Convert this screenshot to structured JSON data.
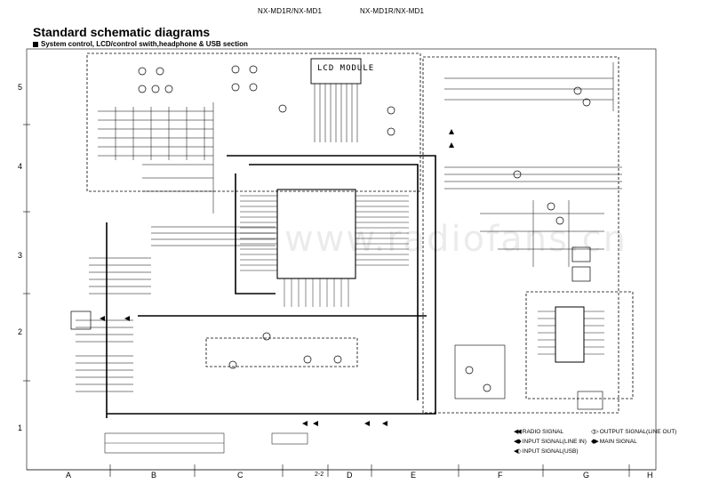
{
  "header": {
    "model_left": "NX-MD1R/NX-MD1",
    "model_right": "NX-MD1R/NX-MD1"
  },
  "title": "Standard schematic diagrams",
  "subtitle": "System control, LCD/control swith,headphone & USB section",
  "lcd_module_label": "LCD MODULE",
  "page_number": "2-2",
  "row_labels": [
    "5",
    "4",
    "3",
    "2",
    "1"
  ],
  "column_labels": [
    "A",
    "B",
    "C",
    "D",
    "E",
    "F",
    "G",
    "H"
  ],
  "legend": {
    "radio_signal": "RADIO SIGNAL",
    "input_line_in": "INPUT SIGNAL(LINE IN)",
    "input_usb": "INPUT SIGNAL(USB)",
    "output_line_out": "OUTPUT SIGNAL(LINE OUT)",
    "main_signal": "MAIN SIGNAL"
  },
  "watermark": "www.radiofans.cn"
}
